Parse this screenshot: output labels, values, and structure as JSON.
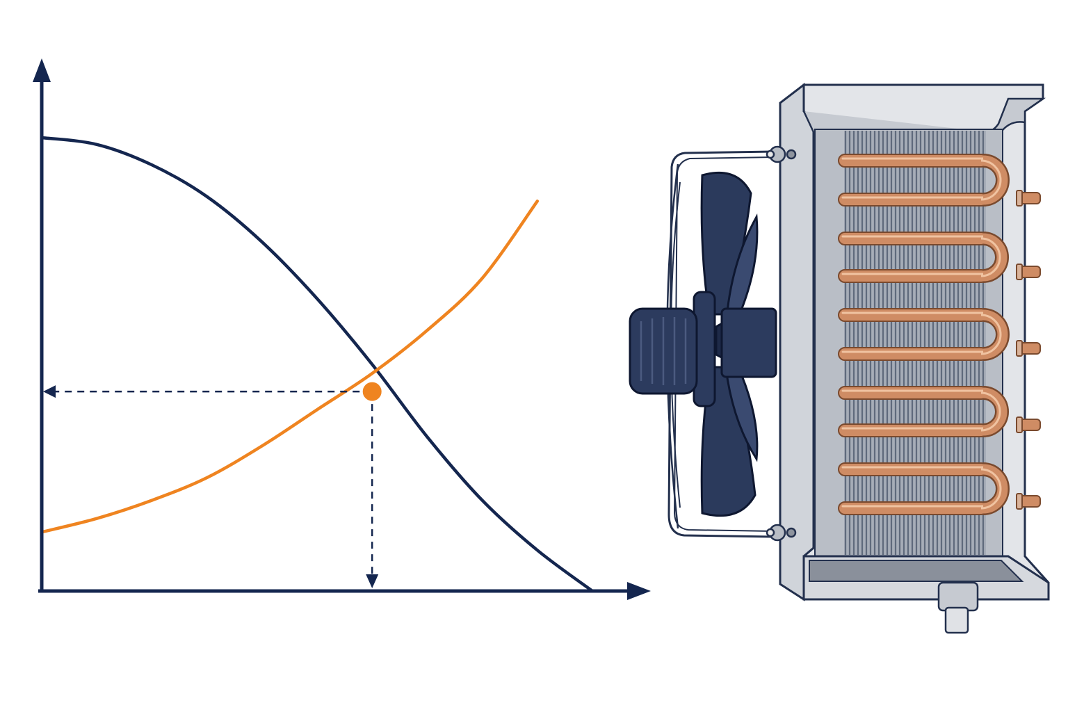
{
  "colors": {
    "navy": "#14264f",
    "orange": "#ef8420",
    "dark_blue": "#23304d",
    "copper": "#cf8c64",
    "copper_light": "#f0c3a1",
    "steel_light": "#e4e6ea",
    "steel_mid": "#bcc1c8",
    "steel_dark": "#6b717c",
    "fin_dark": "#5f6a7c"
  },
  "icons": [
    "axial-fan-icon",
    "fan-motor-icon",
    "finned-tube-coil-icon",
    "copper-tube-stub-icon",
    "drain-fitting-icon"
  ],
  "chart_data": {
    "type": "line",
    "title": "",
    "xlabel": "",
    "ylabel": "",
    "xlim": [
      0,
      1
    ],
    "ylim": [
      0,
      1
    ],
    "grid": false,
    "tick_labels": [],
    "series": [
      {
        "role": "fan-curve",
        "color": "#14264f",
        "x": [
          0,
          0.1,
          0.2,
          0.3,
          0.4,
          0.5,
          0.6,
          0.7,
          0.8,
          0.9,
          1.0
        ],
        "y": [
          1.0,
          0.985,
          0.94,
          0.87,
          0.77,
          0.645,
          0.5,
          0.34,
          0.2,
          0.09,
          0.0
        ]
      },
      {
        "role": "system-curve",
        "color": "#ef8420",
        "x": [
          0,
          0.1,
          0.2,
          0.3,
          0.4,
          0.5,
          0.6,
          0.7,
          0.8,
          0.9
        ],
        "y": [
          0.13,
          0.16,
          0.2,
          0.25,
          0.32,
          0.4,
          0.48,
          0.575,
          0.69,
          0.86
        ]
      }
    ],
    "operating_point": {
      "x": 0.6,
      "y": 0.44
    }
  }
}
